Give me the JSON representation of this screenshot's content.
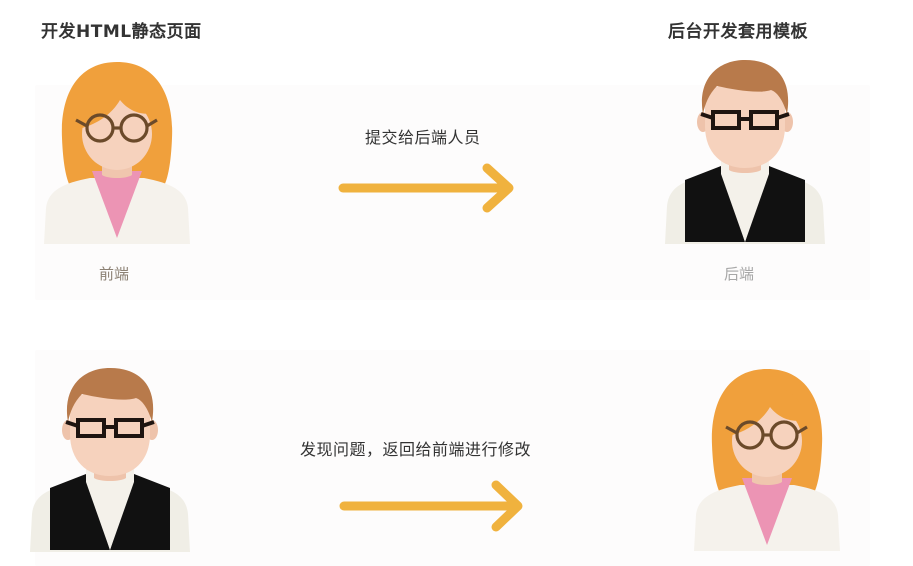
{
  "top_row": {
    "left_title": "开发HTML静态页面",
    "right_title": "后台开发套用模板",
    "arrow_caption": "提交给后端人员",
    "left_role": "前端",
    "right_role": "后端"
  },
  "bottom_row": {
    "arrow_caption": "发现问题，返回给前端进行修改"
  },
  "figures": {
    "frontend": "female-developer-round-glasses",
    "backend": "male-developer-square-glasses-vest"
  },
  "colors": {
    "arrow": "#f0b23e",
    "female_hair": "#f0a03c",
    "female_shirt": "#ec94b4",
    "male_hair": "#b87a4b",
    "male_vest": "#111111",
    "skin": "#f6d2bd",
    "clothing_light": "#f4f1ea",
    "glasses_round": "#6b4a2a",
    "glasses_square": "#1e1410",
    "label_frontend": "#8c8174",
    "label_backend": "#a7a7a7"
  }
}
